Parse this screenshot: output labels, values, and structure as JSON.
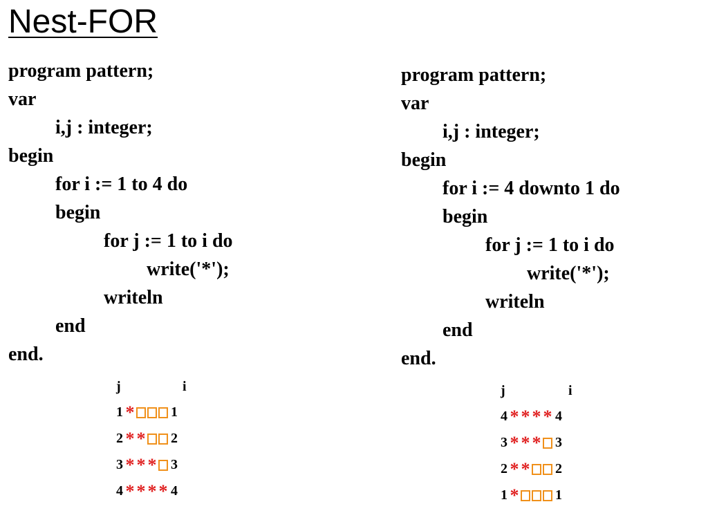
{
  "title": "Nest-FOR",
  "left": {
    "code": [
      {
        "indent": 0,
        "text": "program pattern;"
      },
      {
        "indent": 0,
        "text": "var"
      },
      {
        "indent": 1,
        "text": "i,j : integer;"
      },
      {
        "indent": 0,
        "text": "begin"
      },
      {
        "indent": 1,
        "text": "for i := 1 to 4 do"
      },
      {
        "indent": 1,
        "text": "begin"
      },
      {
        "indent": 2,
        "text": "for j := 1 to i do"
      },
      {
        "indent": 3,
        "text": "write('*');"
      },
      {
        "indent": 2,
        "text": "writeln"
      },
      {
        "indent": 1,
        "text": "end"
      },
      {
        "indent": 0,
        "text": "end."
      }
    ],
    "grid": {
      "j_header": "j",
      "i_header": "i",
      "rows": [
        {
          "j": "1",
          "i": "1",
          "cells": "*XXX"
        },
        {
          "j": "2",
          "i": "2",
          "cells": "**XX"
        },
        {
          "j": "3",
          "i": "3",
          "cells": "***X"
        },
        {
          "j": "4",
          "i": "4",
          "cells": "****"
        }
      ]
    }
  },
  "right": {
    "code": [
      {
        "indent": 0,
        "text": "program pattern;"
      },
      {
        "indent": 0,
        "text": "var"
      },
      {
        "indent": 1,
        "text": "i,j : integer;"
      },
      {
        "indent": 0,
        "text": "begin"
      },
      {
        "indent": 1,
        "text": "for i := 4 downto 1 do"
      },
      {
        "indent": 1,
        "text": "begin"
      },
      {
        "indent": 2,
        "text": "for j := 1 to i do"
      },
      {
        "indent": 3,
        "text": "write('*');"
      },
      {
        "indent": 2,
        "text": "writeln"
      },
      {
        "indent": 1,
        "text": "end"
      },
      {
        "indent": 0,
        "text": "end."
      }
    ],
    "grid": {
      "j_header": "j",
      "i_header": "i",
      "rows": [
        {
          "j": "4",
          "i": "4",
          "cells": "****"
        },
        {
          "j": "3",
          "i": "3",
          "cells": "***X"
        },
        {
          "j": "2",
          "i": "2",
          "cells": "**XX"
        },
        {
          "j": "1",
          "i": "1",
          "cells": "*XXX"
        }
      ]
    }
  }
}
